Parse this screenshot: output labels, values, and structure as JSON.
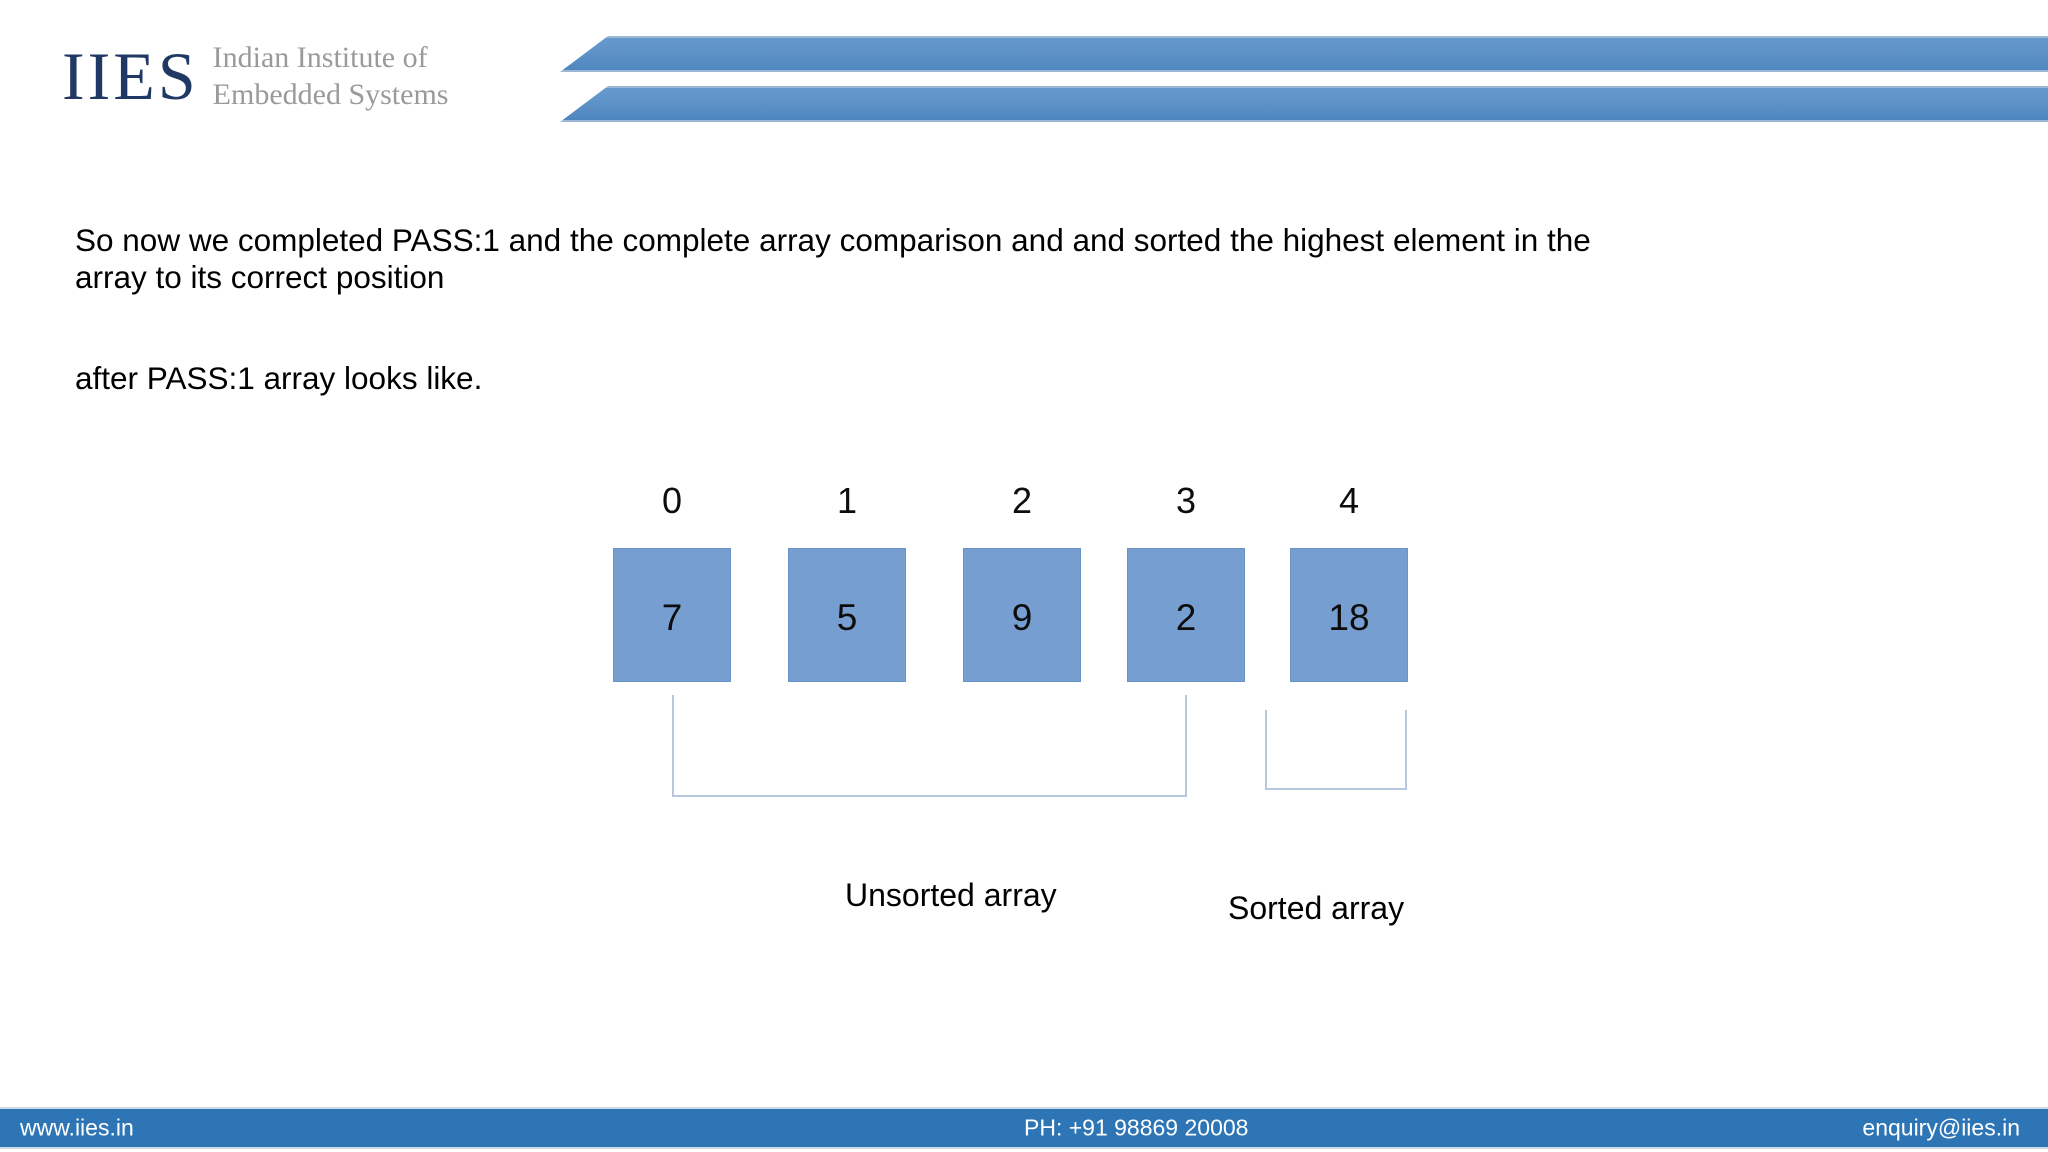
{
  "header": {
    "logo_mark": "IIES",
    "logo_line1": "Indian Institute of",
    "logo_line2": "Embedded Systems",
    "brand_navy": "#1F3864",
    "band_blue": "#5e93c8"
  },
  "content": {
    "paragraph_1_line_1": "So now we completed PASS:1 and the complete array comparison and  and sorted the highest element in the",
    "paragraph_1_line_2": "array to its correct position",
    "paragraph_2": "after PASS:1 array looks like."
  },
  "array_diagram": {
    "indices": [
      "0",
      "1",
      "2",
      "3",
      "4"
    ],
    "values": [
      "7",
      "5",
      "9",
      "2",
      "18"
    ],
    "cell_color": "#769ED1",
    "bracket_color": "#B6C7DE",
    "unsorted_label": "Unsorted array",
    "sorted_label": "Sorted array"
  },
  "footer": {
    "website": "www.iies.in",
    "phone": "PH: +91 98869 20008",
    "email": "enquiry@iies.in",
    "bar_color": "#2E75B6"
  }
}
